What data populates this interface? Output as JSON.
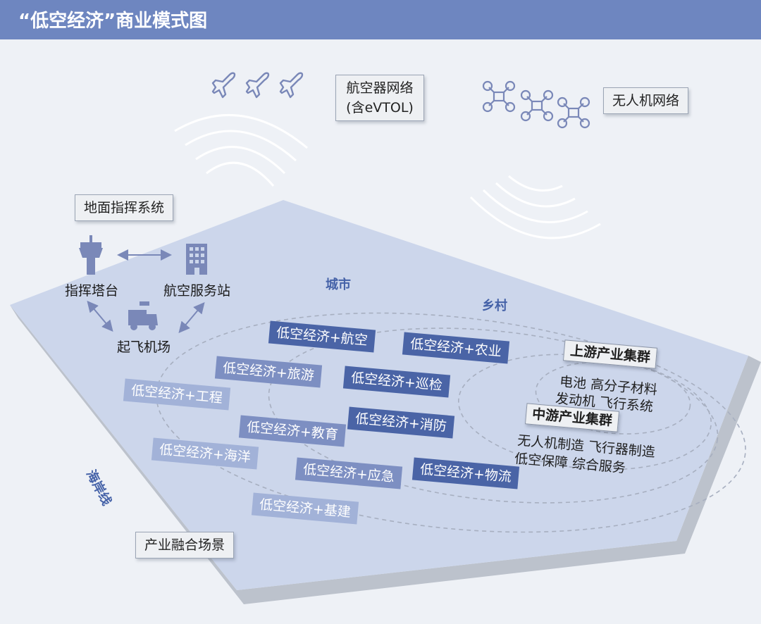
{
  "header": {
    "title": "“低空经济”商业模式图"
  },
  "callouts": {
    "aircraft": {
      "line1": "航空器网络",
      "line2": "(含eVTOL)"
    },
    "drone": "无人机网络",
    "ground": "地面指挥系统",
    "scenes": "产业融合场景"
  },
  "ground_nodes": {
    "tower": "指挥塔台",
    "station": "航空服务站",
    "airport": "起飞机场"
  },
  "places": {
    "city": "城市",
    "village": "乡村",
    "coast": "海岸线"
  },
  "tags": [
    "低空经济+航空",
    "低空经济+农业",
    "低空经济+旅游",
    "低空经济+巡检",
    "低空经济+工程",
    "低空经济+消防",
    "低空经济+教育",
    "低空经济+海洋",
    "低空经济+物流",
    "低空经济+应急",
    "低空经济+基建"
  ],
  "clusters": {
    "upstream": {
      "title": "上游产业集群",
      "line1": "电池 高分子材料",
      "line2": "发动机 飞行系统"
    },
    "midstream": {
      "title": "中游产业集群",
      "line1": "无人机制造 飞行器制造",
      "line2": "低空保障 综合服务"
    }
  },
  "colors": {
    "header": "#6e86c0",
    "ground_top": "#ccd6eb",
    "ground_side": "#bcc2cc",
    "tag_dark": "#4a64a6",
    "tag_mid": "#7d8fc2",
    "tag_light": "#a2b2d8",
    "icon": "#7a88b8"
  }
}
